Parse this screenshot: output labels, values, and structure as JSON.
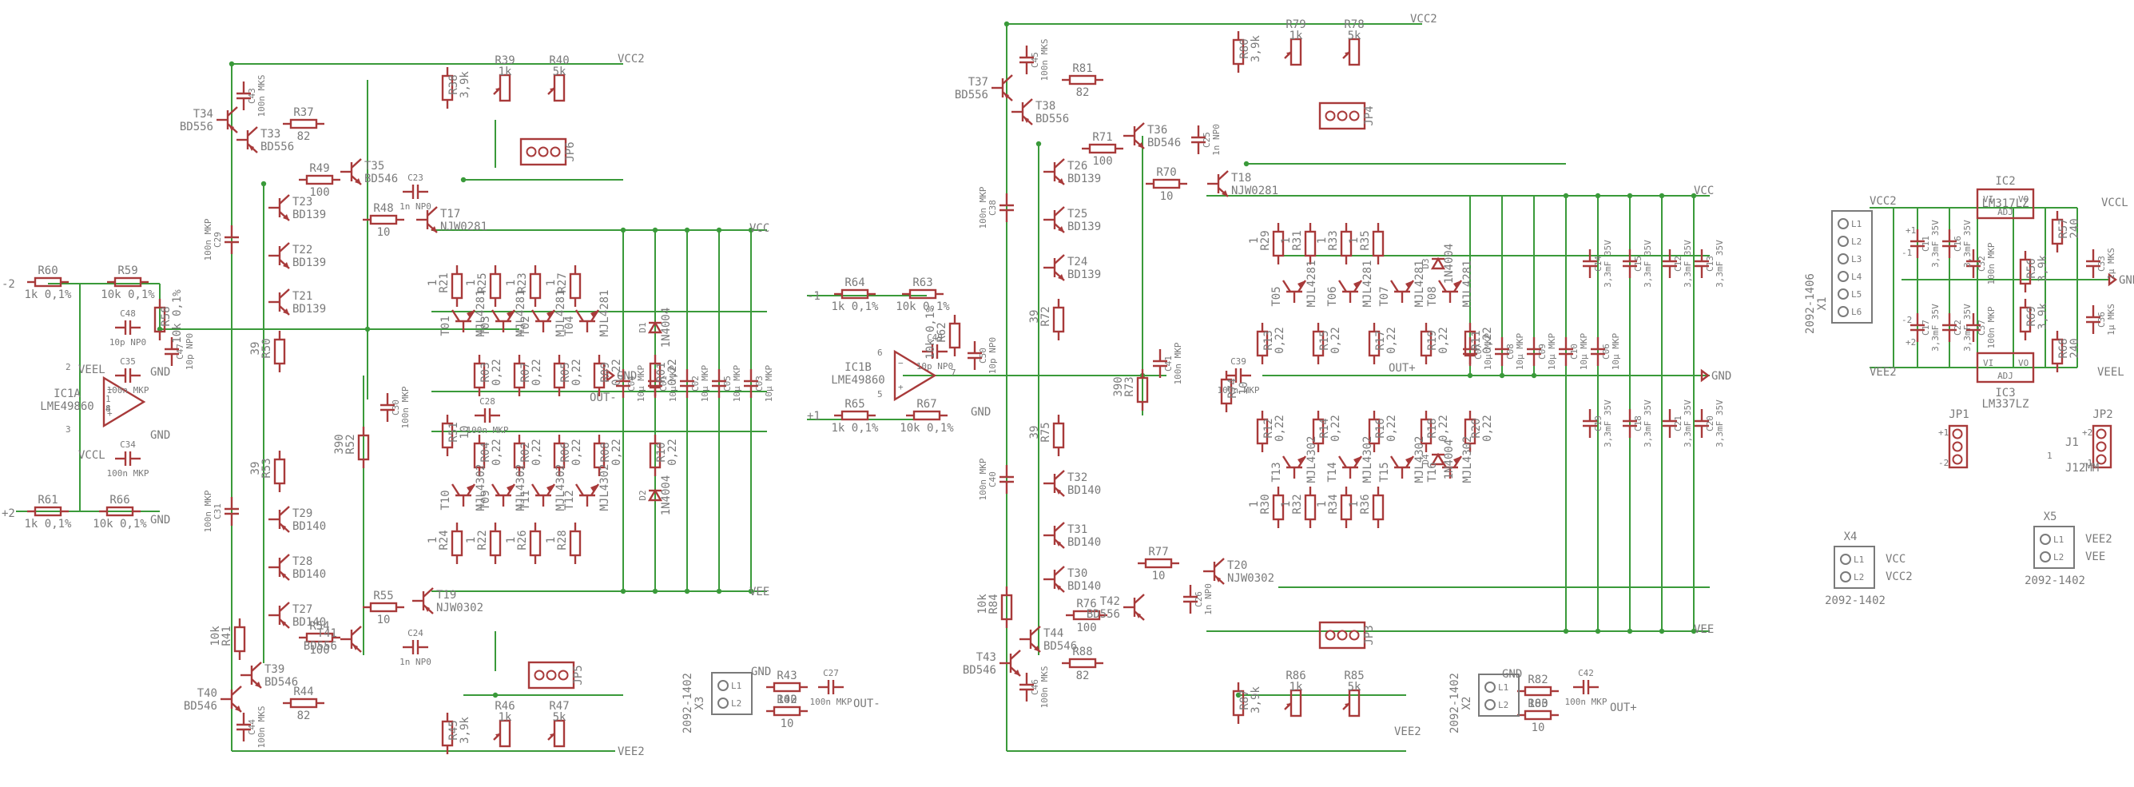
{
  "amp1": {
    "opamp": {
      "ref": "IC1A",
      "part": "LME49860",
      "pins": [
        "2",
        "3",
        "1",
        "4",
        "8"
      ]
    },
    "net_labels": [
      "VEEL",
      "VCCL",
      "VCC2",
      "VCC",
      "VEE",
      "VEE2",
      "OUT-",
      "GND",
      "-2",
      "+2"
    ],
    "resistors": [
      {
        "ref": "R60",
        "val": "1k 0,1%"
      },
      {
        "ref": "R59",
        "val": "10k 0,1%"
      },
      {
        "ref": "R58",
        "val": "10k 0,1%"
      },
      {
        "ref": "R61",
        "val": "1k 0,1%"
      },
      {
        "ref": "R66",
        "val": "10k 0,1%"
      },
      {
        "ref": "R37",
        "val": "82"
      },
      {
        "ref": "R38",
        "val": "3,9k"
      },
      {
        "ref": "R39",
        "val": "1k"
      },
      {
        "ref": "R40",
        "val": "5k"
      },
      {
        "ref": "R49",
        "val": "100"
      },
      {
        "ref": "R48",
        "val": "10"
      },
      {
        "ref": "R50",
        "val": "39"
      },
      {
        "ref": "R53",
        "val": "39"
      },
      {
        "ref": "R52",
        "val": "390"
      },
      {
        "ref": "R51",
        "val": "10"
      },
      {
        "ref": "R55",
        "val": "10"
      },
      {
        "ref": "R54",
        "val": "100"
      },
      {
        "ref": "R41",
        "val": "10k"
      },
      {
        "ref": "R44",
        "val": "82"
      },
      {
        "ref": "R45",
        "val": "3,9k"
      },
      {
        "ref": "R46",
        "val": "1k"
      },
      {
        "ref": "R47",
        "val": "5k"
      },
      {
        "ref": "R43",
        "val": "100"
      },
      {
        "ref": "R42",
        "val": "10"
      },
      {
        "ref": "R21",
        "val": "1"
      },
      {
        "ref": "R25",
        "val": "1"
      },
      {
        "ref": "R23",
        "val": "1"
      },
      {
        "ref": "R27",
        "val": "1"
      },
      {
        "ref": "R03",
        "val": "0,22"
      },
      {
        "ref": "R07",
        "val": "0,22"
      },
      {
        "ref": "R05",
        "val": "0,22"
      },
      {
        "ref": "R09",
        "val": "0,22"
      },
      {
        "ref": "R01",
        "val": "0,22"
      },
      {
        "ref": "R04",
        "val": "0,22"
      },
      {
        "ref": "R02",
        "val": "0,22"
      },
      {
        "ref": "R06",
        "val": "0,22"
      },
      {
        "ref": "R08",
        "val": "0,22"
      },
      {
        "ref": "R10",
        "val": "0,22"
      },
      {
        "ref": "R24",
        "val": "1"
      },
      {
        "ref": "R22",
        "val": "1"
      },
      {
        "ref": "R26",
        "val": "1"
      },
      {
        "ref": "R28",
        "val": "1"
      }
    ],
    "capacitors": [
      {
        "ref": "C48",
        "val": "10p NP0"
      },
      {
        "ref": "C47",
        "val": "10p NP0"
      },
      {
        "ref": "C35",
        "val": "100n MKP"
      },
      {
        "ref": "C34",
        "val": "100n MKP"
      },
      {
        "ref": "C43",
        "val": "100n MKS"
      },
      {
        "ref": "C29",
        "val": "100n MKP"
      },
      {
        "ref": "C31",
        "val": "100n MKP"
      },
      {
        "ref": "C23",
        "val": "1n NP0"
      },
      {
        "ref": "C30",
        "val": "100n MKP"
      },
      {
        "ref": "C28",
        "val": "100n MKP"
      },
      {
        "ref": "C24",
        "val": "1n NP0"
      },
      {
        "ref": "C44",
        "val": "100n MKS"
      },
      {
        "ref": "C27",
        "val": "100n MKP"
      },
      {
        "ref": "C04",
        "val": "10µ MKP"
      },
      {
        "ref": "C01",
        "val": "10µ MKP"
      },
      {
        "ref": "C02",
        "val": "10µ MKP"
      },
      {
        "ref": "C05",
        "val": "10µ MKP"
      },
      {
        "ref": "C03",
        "val": "10µ MKP"
      }
    ],
    "transistors": [
      {
        "ref": "T34",
        "part": "BD556"
      },
      {
        "ref": "T33",
        "part": "BD556"
      },
      {
        "ref": "T35",
        "part": "BD546"
      },
      {
        "ref": "T23",
        "part": "BD139"
      },
      {
        "ref": "T22",
        "part": "BD139"
      },
      {
        "ref": "T21",
        "part": "BD139"
      },
      {
        "ref": "T17",
        "part": "NJW0281"
      },
      {
        "ref": "T29",
        "part": "BD140"
      },
      {
        "ref": "T28",
        "part": "BD140"
      },
      {
        "ref": "T27",
        "part": "BD140"
      },
      {
        "ref": "T19",
        "part": "NJW0302"
      },
      {
        "ref": "T41",
        "part": "BD556"
      },
      {
        "ref": "T39",
        "part": "BD546"
      },
      {
        "ref": "T40",
        "part": "BD546"
      },
      {
        "ref": "T01",
        "part": "MJL4281"
      },
      {
        "ref": "T03",
        "part": "MJL4281"
      },
      {
        "ref": "T02",
        "part": "MJL4281"
      },
      {
        "ref": "T04",
        "part": "MJL4281"
      },
      {
        "ref": "T10",
        "part": "MJL4302"
      },
      {
        "ref": "T09",
        "part": "MJL4302"
      },
      {
        "ref": "T11",
        "part": "MJL4302"
      },
      {
        "ref": "T12",
        "part": "MJL4302"
      }
    ],
    "diodes": [
      {
        "ref": "D1",
        "part": "1N4004"
      },
      {
        "ref": "D2",
        "part": "1N4004"
      }
    ],
    "jumpers": [
      "JP6",
      "JP5"
    ],
    "connector": {
      "ref": "X3",
      "part": "2092-1402",
      "pins": [
        "L1",
        "L2"
      ],
      "nets": [
        "GND",
        "OUT-"
      ]
    }
  },
  "amp2": {
    "opamp": {
      "ref": "IC1B",
      "part": "LME49860",
      "pins": [
        "6",
        "5",
        "7"
      ]
    },
    "net_labels": [
      "VCC2",
      "VCC",
      "VEE",
      "VEE2",
      "OUT+",
      "GND",
      "-1",
      "+1"
    ],
    "resistors": [
      {
        "ref": "R64",
        "val": "1k 0,1%"
      },
      {
        "ref": "R63",
        "val": "10k 0,1%"
      },
      {
        "ref": "R62",
        "val": "10k 0,1%"
      },
      {
        "ref": "R65",
        "val": "1k 0,1%"
      },
      {
        "ref": "R67",
        "val": "10k 0,1%"
      },
      {
        "ref": "R80",
        "val": "3,9k"
      },
      {
        "ref": "R79",
        "val": "1k"
      },
      {
        "ref": "R78",
        "val": "5k"
      },
      {
        "ref": "R81",
        "val": "82"
      },
      {
        "ref": "R71",
        "val": "100"
      },
      {
        "ref": "R70",
        "val": "10"
      },
      {
        "ref": "R72",
        "val": "39"
      },
      {
        "ref": "R73",
        "val": "390"
      },
      {
        "ref": "R74",
        "val": "10"
      },
      {
        "ref": "R75",
        "val": "39"
      },
      {
        "ref": "R77",
        "val": "10"
      },
      {
        "ref": "R76",
        "val": "100"
      },
      {
        "ref": "R84",
        "val": "10k"
      },
      {
        "ref": "R88",
        "val": "82"
      },
      {
        "ref": "R87",
        "val": "3,9k"
      },
      {
        "ref": "R86",
        "val": "1k"
      },
      {
        "ref": "R85",
        "val": "5k"
      },
      {
        "ref": "R82",
        "val": "100"
      },
      {
        "ref": "R83",
        "val": "10"
      },
      {
        "ref": "R29",
        "val": "1"
      },
      {
        "ref": "R31",
        "val": "1"
      },
      {
        "ref": "R33",
        "val": "1"
      },
      {
        "ref": "R35",
        "val": "1"
      },
      {
        "ref": "R13",
        "val": "0,22"
      },
      {
        "ref": "R15",
        "val": "0,22"
      },
      {
        "ref": "R17",
        "val": "0,22"
      },
      {
        "ref": "R19",
        "val": "0,22"
      },
      {
        "ref": "R11",
        "val": "0,22"
      },
      {
        "ref": "R12",
        "val": "0,22"
      },
      {
        "ref": "R14",
        "val": "0,22"
      },
      {
        "ref": "R16",
        "val": "0,22"
      },
      {
        "ref": "R18",
        "val": "0,22"
      },
      {
        "ref": "R20",
        "val": "0,22"
      },
      {
        "ref": "R30",
        "val": "1"
      },
      {
        "ref": "R32",
        "val": "1"
      },
      {
        "ref": "R34",
        "val": "1"
      },
      {
        "ref": "R36",
        "val": "1"
      }
    ],
    "capacitors": [
      {
        "ref": "C49",
        "val": "10p NP0"
      },
      {
        "ref": "C50",
        "val": "10p NP0"
      },
      {
        "ref": "C45",
        "val": "100n MKS"
      },
      {
        "ref": "C38",
        "val": "100n MKP"
      },
      {
        "ref": "C25",
        "val": "1n NP0"
      },
      {
        "ref": "C41",
        "val": "100n MKP"
      },
      {
        "ref": "C39",
        "val": "100n MKP"
      },
      {
        "ref": "C40",
        "val": "100n MKP"
      },
      {
        "ref": "C26",
        "val": "1n NP0"
      },
      {
        "ref": "C46",
        "val": "100n MKS"
      },
      {
        "ref": "C42",
        "val": "100n MKP"
      },
      {
        "ref": "C07",
        "val": "10µ MKP"
      },
      {
        "ref": "C08",
        "val": "10µ MKP"
      },
      {
        "ref": "C09",
        "val": "10µ MKP"
      },
      {
        "ref": "C10",
        "val": "10µ MKP"
      },
      {
        "ref": "C06",
        "val": "10µ MKP"
      },
      {
        "ref": "C14",
        "val": "3,3mF 35V"
      },
      {
        "ref": "C15",
        "val": "3,3mF 35V"
      },
      {
        "ref": "C12",
        "val": "3,3mF 35V"
      },
      {
        "ref": "C13",
        "val": "3,3mF 35V"
      },
      {
        "ref": "C19",
        "val": "3,3mF 35V"
      },
      {
        "ref": "C18",
        "val": "3,3mF 35V"
      },
      {
        "ref": "C21",
        "val": "3,3mF 35V"
      },
      {
        "ref": "C20",
        "val": "3,3mF 35V"
      }
    ],
    "transistors": [
      {
        "ref": "T37",
        "part": "BD556"
      },
      {
        "ref": "T38",
        "part": "BD556"
      },
      {
        "ref": "T36",
        "part": "BD546"
      },
      {
        "ref": "T26",
        "part": "BD139"
      },
      {
        "ref": "T25",
        "part": "BD139"
      },
      {
        "ref": "T24",
        "part": "BD139"
      },
      {
        "ref": "T18",
        "part": "NJW0281"
      },
      {
        "ref": "T32",
        "part": "BD140"
      },
      {
        "ref": "T31",
        "part": "BD140"
      },
      {
        "ref": "T30",
        "part": "BD140"
      },
      {
        "ref": "T20",
        "part": "NJW0302"
      },
      {
        "ref": "T42",
        "part": "BD556"
      },
      {
        "ref": "T44",
        "part": "BD546"
      },
      {
        "ref": "T43",
        "part": "BD546"
      },
      {
        "ref": "T05",
        "part": "MJL4281"
      },
      {
        "ref": "T06",
        "part": "MJL4281"
      },
      {
        "ref": "T07",
        "part": "MJL4281"
      },
      {
        "ref": "T08",
        "part": "MJL4281"
      },
      {
        "ref": "T13",
        "part": "MJL4302"
      },
      {
        "ref": "T14",
        "part": "MJL4302"
      },
      {
        "ref": "T15",
        "part": "MJL4302"
      },
      {
        "ref": "T16",
        "part": "MJL4302"
      }
    ],
    "diodes": [
      {
        "ref": "D3",
        "part": "1N4004"
      },
      {
        "ref": "D4",
        "part": "1N4004"
      }
    ],
    "jumpers": [
      "JP4",
      "JP3"
    ],
    "connector": {
      "ref": "X2",
      "part": "2092-1402",
      "pins": [
        "L1",
        "L2"
      ],
      "nets": [
        "GND",
        "OUT+"
      ]
    }
  },
  "psu": {
    "connector": {
      "ref": "X1",
      "part": "2092-1406",
      "pins": [
        "L1",
        "L2",
        "L3",
        "L4",
        "L5",
        "L6"
      ],
      "pin_labels": [
        "+1",
        "-1",
        "+2",
        "-2"
      ]
    },
    "regulators": [
      {
        "ref": "IC2",
        "part": "LM317LZ",
        "pins": [
          "VI",
          "ADJ",
          "VO"
        ]
      },
      {
        "ref": "IC3",
        "part": "LM337LZ",
        "pins": [
          "VI",
          "ADJ",
          "VO"
        ]
      }
    ],
    "resistors": [
      {
        "ref": "R57",
        "val": "240"
      },
      {
        "ref": "R56",
        "val": "3,9k"
      },
      {
        "ref": "R69",
        "val": "3,9k"
      },
      {
        "ref": "R68",
        "val": "240"
      }
    ],
    "capacitors": [
      {
        "ref": "C11",
        "val": "3,3mF 35V"
      },
      {
        "ref": "C16",
        "val": "3,3mF 35V"
      },
      {
        "ref": "C32",
        "val": "100n MKP"
      },
      {
        "ref": "C33",
        "val": "1µ MKS"
      },
      {
        "ref": "C17",
        "val": "3,3mF 35V"
      },
      {
        "ref": "C22",
        "val": "3,3mF 35V"
      },
      {
        "ref": "C37",
        "val": "100n MKP"
      },
      {
        "ref": "C36",
        "val": "1µ MKS"
      }
    ],
    "net_labels": [
      "VCC2",
      "VEE2",
      "VCCL",
      "VEEL",
      "GND"
    ],
    "jumpers": [
      {
        "ref": "JP1",
        "pins": [
          "+1",
          "-2"
        ]
      },
      {
        "ref": "JP2",
        "pins": [
          "+2",
          "-1"
        ]
      },
      {
        "ref": "J1",
        "part": "J12MM",
        "pins": [
          "1"
        ]
      }
    ],
    "x4": {
      "ref": "X4",
      "part": "2092-1402",
      "pins": [
        "L1",
        "L2"
      ],
      "nets": [
        "VCC",
        "VCC2"
      ]
    },
    "x5": {
      "ref": "X5",
      "part": "2092-1402",
      "pins": [
        "L1",
        "L2"
      ],
      "nets": [
        "VEE2",
        "VEE"
      ]
    }
  }
}
